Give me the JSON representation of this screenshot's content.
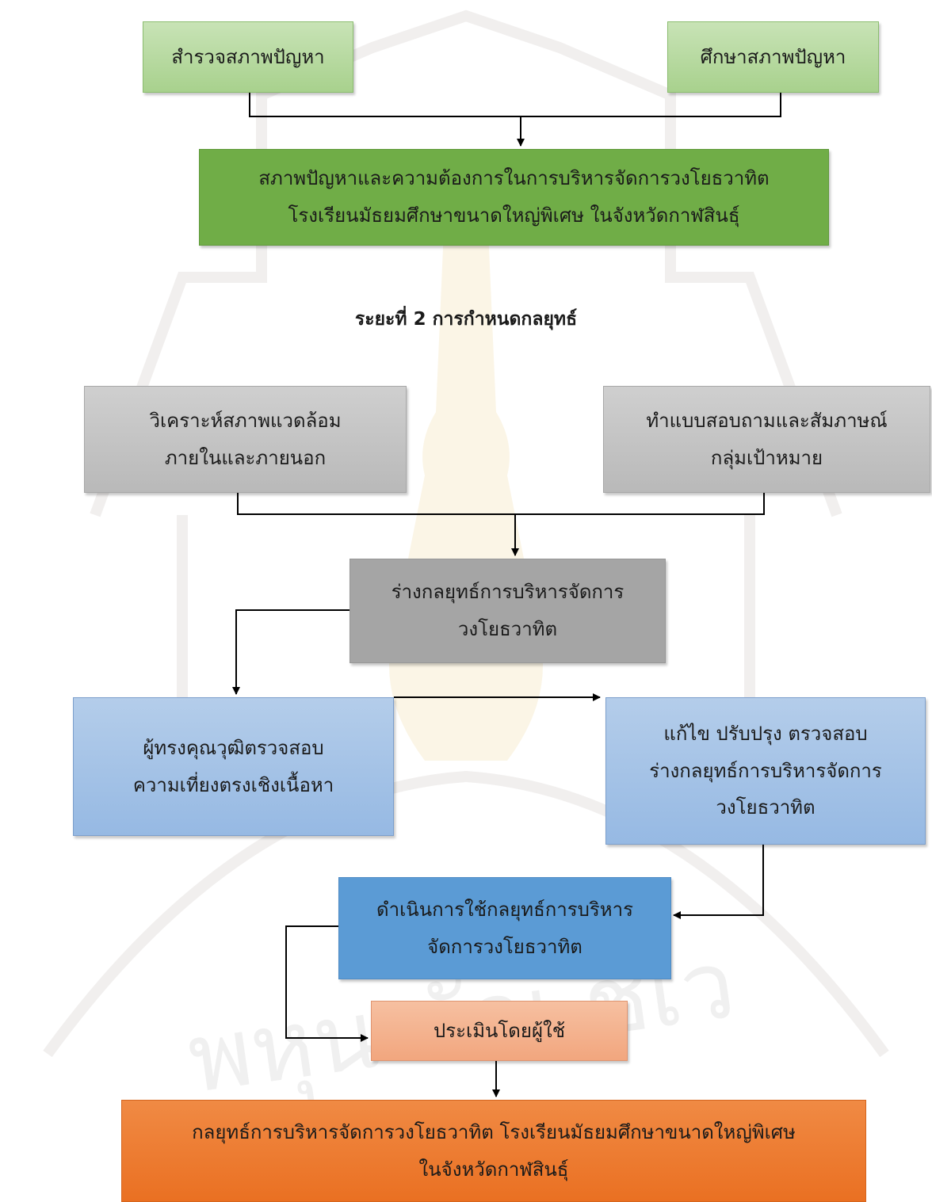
{
  "phase2_heading": "ระยะที่ 2 การกำหนดกลยุทธ์",
  "colors": {
    "green_light": "#a9d18e",
    "green_dark": "#70ad47",
    "gray_light": "#bfbfbf",
    "gray_dark": "#a5a5a5",
    "blue_light": "#9dc3e6",
    "blue_dark": "#5b9bd5",
    "orange_light": "#f4b183",
    "orange_dark": "#ed7d31"
  },
  "boxes": {
    "survey_problems": {
      "lines": [
        "สำรวจสภาพปัญหา"
      ]
    },
    "study_problems": {
      "lines": [
        "ศึกษาสภาพปัญหา"
      ]
    },
    "problems_and_needs": {
      "lines": [
        "สภาพปัญหาและความต้องการในการบริหารจัดการวงโยธวาทิต",
        "โรงเรียนมัธยมศึกษาขนาดใหญ่พิเศษ ในจังหวัดกาฬสินธุ์"
      ]
    },
    "environment_analysis": {
      "lines": [
        "วิเคราะห์สภาพแวดล้อม",
        "ภายในและภายนอก"
      ]
    },
    "questionnaire_interview": {
      "lines": [
        "ทำแบบสอบถามและสัมภาษณ์",
        "กลุ่มเป้าหมาย"
      ]
    },
    "draft_strategy": {
      "lines": [
        "ร่างกลยุทธ์การบริหารจัดการ",
        "วงโยธวาทิต"
      ]
    },
    "experts_validate": {
      "lines": [
        "ผู้ทรงคุณวุฒิตรวจสอบ",
        "ความเที่ยงตรงเชิงเนื้อหา"
      ]
    },
    "revise_check": {
      "lines": [
        "แก้ไข ปรับปรุง ตรวจสอบ",
        "ร่างกลยุทธ์การบริหารจัดการ",
        "วงโยธวาทิต"
      ]
    },
    "implement_strategy": {
      "lines": [
        "ดำเนินการใช้กลยุทธ์การบริหาร",
        "จัดการวงโยธวาทิต"
      ]
    },
    "user_evaluation": {
      "lines": [
        "ประเมินโดยผู้ใช้"
      ]
    },
    "final_strategy": {
      "lines": [
        "กลยุทธ์การบริหารจัดการวงโยธวาทิต โรงเรียนมัธยมศึกษาขนาดใหญ่พิเศษ",
        "ในจังหวัดกาฬสินธุ์"
      ]
    }
  },
  "watermark_text": "พหุน บัณ ชีเว"
}
